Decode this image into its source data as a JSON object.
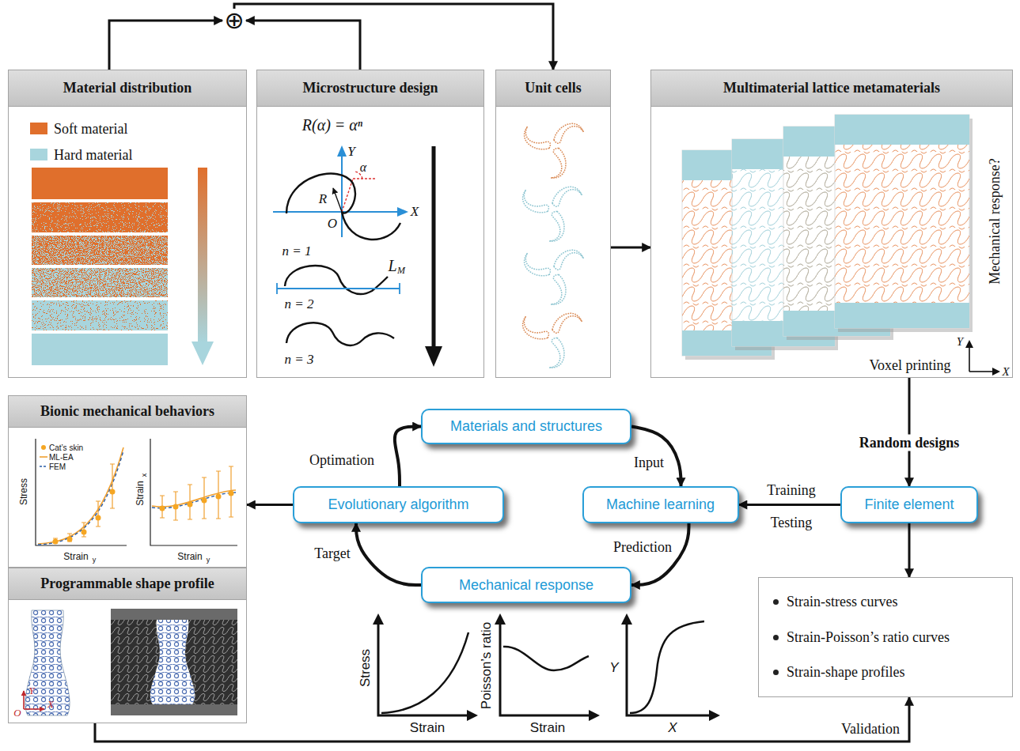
{
  "diagram": {
    "nodes": [
      {
        "text": [
          "⊕"
        ]
      },
      {
        "text": [
          "Material distribution"
        ]
      },
      {
        "text": [
          "Microstructure design"
        ]
      },
      {
        "text": [
          "Unit cells"
        ]
      },
      {
        "text": [
          "Multimaterial lattice metamaterials"
        ]
      },
      {
        "text": [
          "Bionic mechanical behaviors"
        ]
      },
      {
        "text": [
          "Materials and structures"
        ]
      },
      {
        "text": [
          "Evolutionary algorithm"
        ]
      },
      {
        "text": [
          "Machine learning"
        ]
      },
      {
        "text": [
          "Finite element"
        ]
      },
      {
        "text": [
          "Programmable shape profile"
        ]
      },
      {
        "text": [
          "Mechanical response"
        ]
      },
      {
        "text": [
          "Strain-stress curves",
          "Strain-Poisson’s ratio curves",
          "Strain-shape profiles"
        ]
      }
    ],
    "edges": [
      {
        "from": 1,
        "to": 0,
        "arrow": "to"
      },
      {
        "from": 2,
        "to": 0,
        "arrow": "to"
      },
      {
        "from": 0,
        "to": 3,
        "arrow": "to"
      },
      {
        "from": 3,
        "to": 4,
        "arrow": "to"
      },
      {
        "from": 4,
        "to": 9,
        "arrow": "to",
        "label": "Random designs"
      },
      {
        "from": 6,
        "to": 8,
        "arrow": "to",
        "label": "Input"
      },
      {
        "from": 8,
        "to": 11,
        "arrow": "to",
        "label": "Prediction"
      },
      {
        "from": 11,
        "to": 7,
        "arrow": "to",
        "label": "Target"
      },
      {
        "from": 7,
        "to": 6,
        "arrow": "to",
        "label": "Optimation"
      },
      {
        "from": 9,
        "to": 8,
        "arrow": "to",
        "label": "Training"
      },
      {
        "from": 7,
        "to": 5,
        "arrow": "to"
      },
      {
        "from": 9,
        "to": 12,
        "arrow": "to"
      },
      {
        "from": 10,
        "to": 12,
        "arrow": "to",
        "label": "Validation"
      }
    ],
    "labels": [
      "R(α) = αⁿ",
      "Y",
      "α",
      "R",
      "O",
      "X",
      "n = 1",
      "L",
      "M",
      "n = 2",
      "n = 3",
      "Mechanical response?",
      "Voxel printing",
      "Y",
      "X",
      "Stress",
      "Strain",
      "y",
      "Strain",
      "x",
      "Strain",
      "y",
      "Y",
      "O",
      "X",
      "Testing",
      "Stress",
      "Strain",
      "Poisson’s ratio",
      "Strain",
      "Y",
      "X"
    ],
    "legend": [
      {
        "text": "Soft material",
        "color": "#e06f2c"
      },
      {
        "text": "Hard material",
        "color": "#a8d5dd"
      },
      {
        "text": "Cat’s skin"
      },
      {
        "text": "ML-EA"
      },
      {
        "text": "FEM"
      }
    ]
  }
}
